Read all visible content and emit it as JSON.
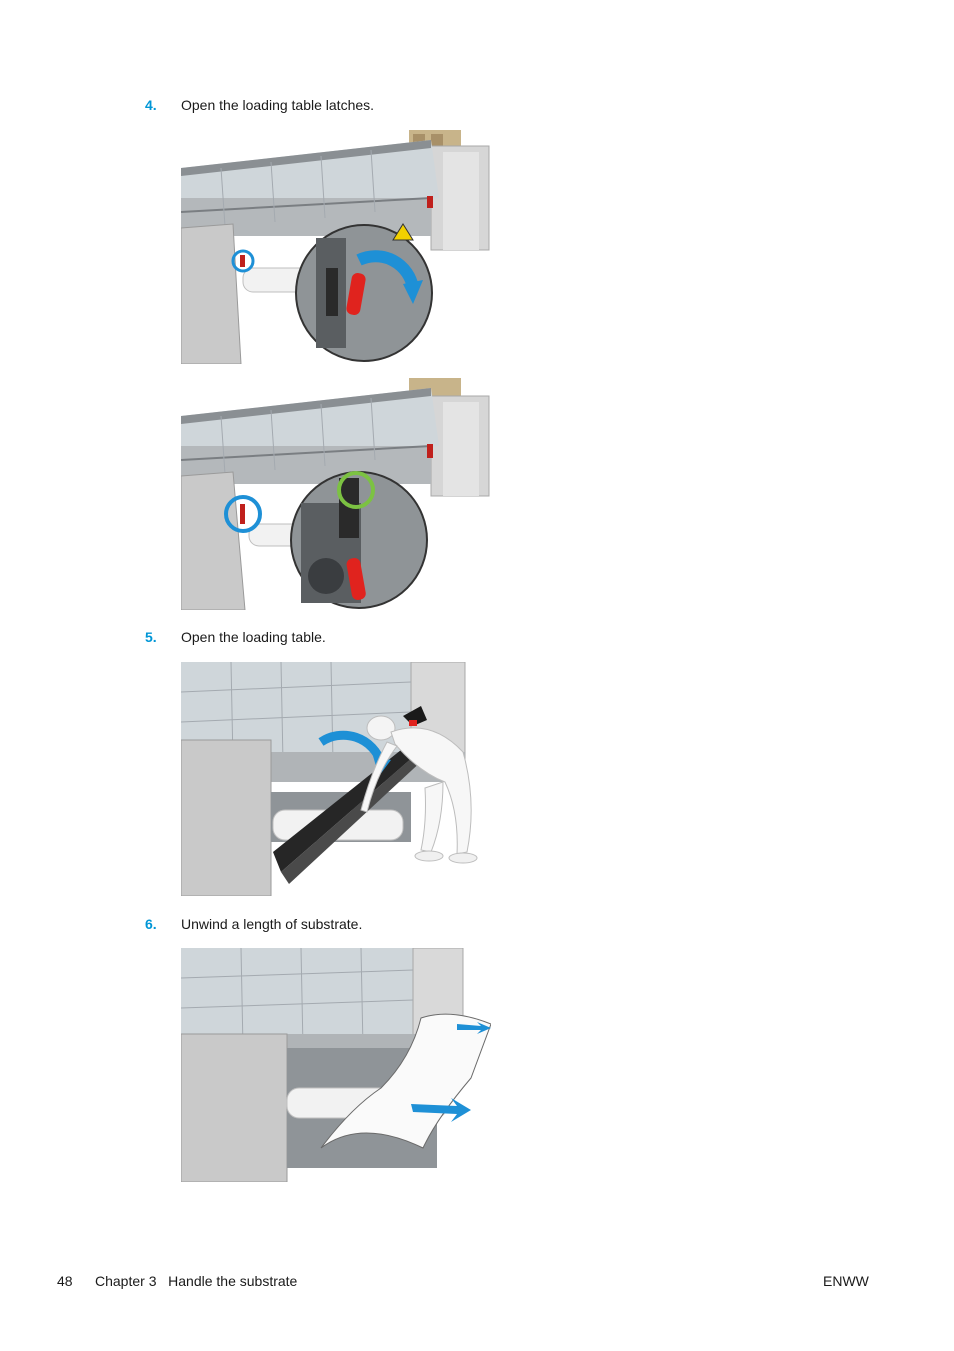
{
  "steps": [
    {
      "number": "4.",
      "text": "Open the loading table latches."
    },
    {
      "number": "5.",
      "text": "Open the loading table."
    },
    {
      "number": "6.",
      "text": "Unwind a length of substrate."
    }
  ],
  "footer": {
    "page_number": "48",
    "chapter": "Chapter 3   Handle the substrate",
    "doc_code": "ENWW"
  },
  "colors": {
    "step_number": "#0096d6",
    "callout_blue": "#1e90d6",
    "callout_green": "#7cc242",
    "latch_red": "#e0231e"
  },
  "figures": [
    {
      "name": "latch-open-illustration-1"
    },
    {
      "name": "latch-open-illustration-2"
    },
    {
      "name": "loading-table-open-illustration"
    },
    {
      "name": "unwind-substrate-illustration"
    }
  ]
}
